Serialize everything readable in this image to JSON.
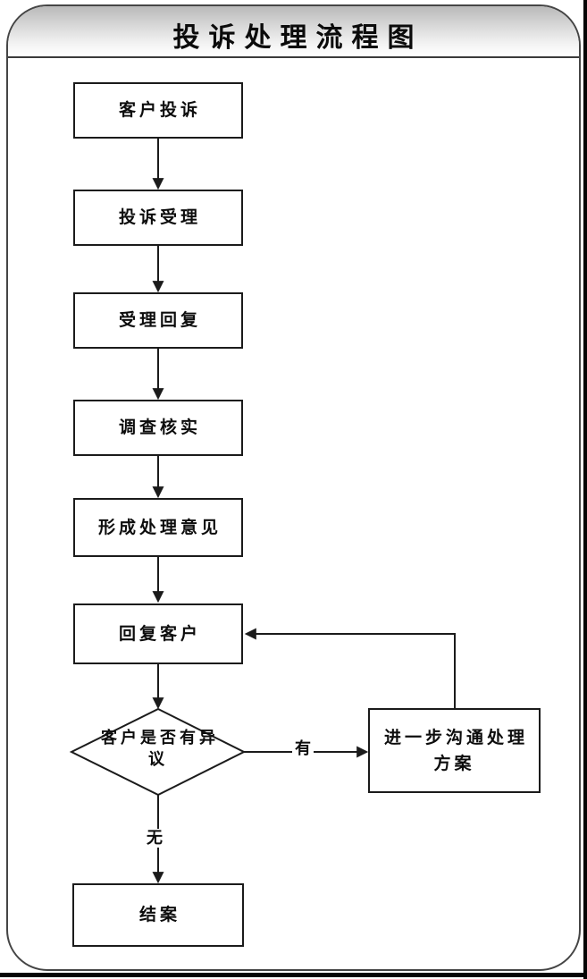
{
  "header": {
    "title": "投诉处理流程图"
  },
  "flowchart": {
    "nodes": [
      {
        "label": "客户投诉",
        "shape": "rectangle"
      },
      {
        "label": "投诉受理",
        "shape": "rectangle"
      },
      {
        "label": "受理回复",
        "shape": "rectangle"
      },
      {
        "label": "调查核实",
        "shape": "rectangle"
      },
      {
        "label": "形成处理意见",
        "shape": "rectangle"
      },
      {
        "label": "回复客户",
        "shape": "rectangle"
      },
      {
        "label": "客户是否有异\n议",
        "shape": "diamond"
      },
      {
        "label": "进一步沟通处理\n方案",
        "shape": "rectangle"
      },
      {
        "label": "结案",
        "shape": "rectangle"
      }
    ],
    "edge_labels": {
      "yes": "有",
      "no": "无"
    },
    "edges": [
      {
        "from": "客户投诉",
        "to": "投诉受理"
      },
      {
        "from": "投诉受理",
        "to": "受理回复"
      },
      {
        "from": "受理回复",
        "to": "调查核实"
      },
      {
        "from": "调查核实",
        "to": "形成处理意见"
      },
      {
        "from": "形成处理意见",
        "to": "回复客户"
      },
      {
        "from": "回复客户",
        "to": "客户是否有异议"
      },
      {
        "from": "客户是否有异议",
        "to": "进一步沟通处理方案",
        "label": "有"
      },
      {
        "from": "客户是否有异议",
        "to": "结案",
        "label": "无"
      },
      {
        "from": "进一步沟通处理方案",
        "to": "回复客户"
      }
    ]
  },
  "colors": {
    "line": "#1b1b1b",
    "node_fill": "#ffffff",
    "header_gradient_top": "#b9b9b9",
    "header_gradient_bottom": "#ffffff"
  }
}
